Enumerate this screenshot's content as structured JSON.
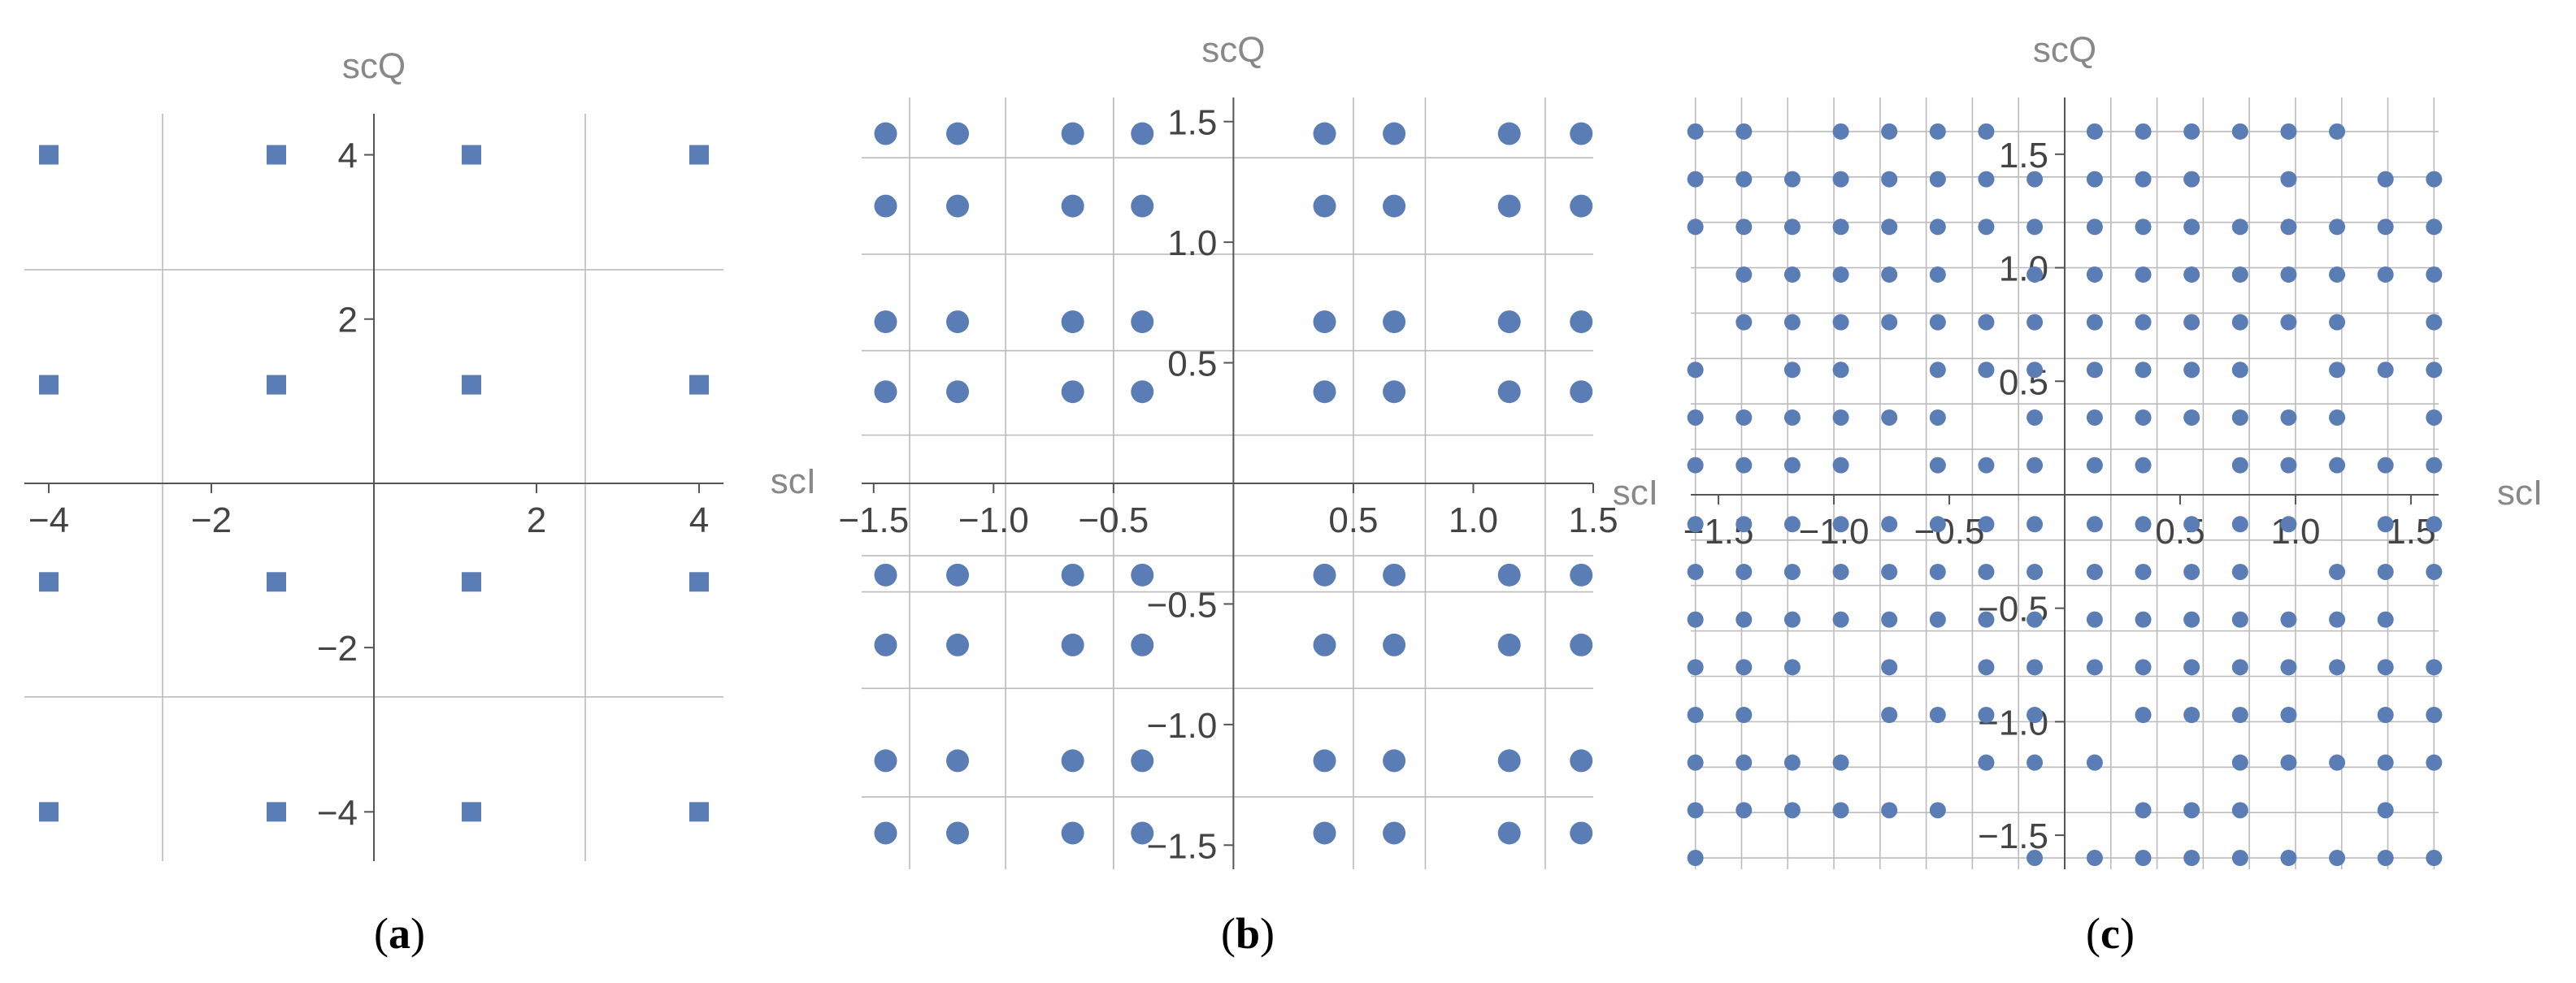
{
  "colors": {
    "marker": "#5B7DB5",
    "axis": "#555555",
    "grid": "#bbbbbb",
    "text": "#444444",
    "label": "#888888"
  },
  "chart_data": [
    {
      "type": "scatter",
      "caption_label": "a",
      "xlabel": "scI",
      "ylabel": "scQ",
      "xlim": [
        -4.3,
        4.3
      ],
      "ylim": [
        -4.6,
        4.5
      ],
      "marker": "square",
      "x_ticks": [
        -4,
        -2,
        2,
        4
      ],
      "x_tick_labels": [
        "−4",
        "−2",
        "2",
        "4"
      ],
      "y_ticks": [
        -4,
        -2,
        2,
        4
      ],
      "y_tick_labels": [
        "−4",
        "−2",
        "2",
        "4"
      ],
      "grid_x": [
        -2.6,
        2.6
      ],
      "grid_y": [
        -2.6,
        2.6
      ],
      "points_grid": {
        "levels": [
          -4.0,
          -1.2,
          1.2,
          4.0
        ]
      }
    },
    {
      "type": "scatter",
      "caption_label": "b",
      "xlabel": "scI",
      "ylabel": "scQ",
      "xlim": [
        -1.55,
        1.5
      ],
      "ylim": [
        -1.6,
        1.6
      ],
      "marker": "circle",
      "x_ticks": [
        -1.5,
        -1.0,
        -0.5,
        0.5,
        1.0,
        1.5
      ],
      "x_tick_labels": [
        "−1.5",
        "−1.0",
        "−0.5",
        "0.5",
        "1.0",
        "1.5"
      ],
      "y_ticks": [
        -1.5,
        -1.0,
        -0.5,
        0.5,
        1.0,
        1.5
      ],
      "y_tick_labels": [
        "−1.5",
        "−1.0",
        "−0.5",
        "0.5",
        "1.0",
        "1.5"
      ],
      "grid_x": [
        -1.35,
        -0.95,
        -0.5,
        -0.5,
        0.5,
        0.8,
        1.3
      ],
      "grid_y": [
        -1.3,
        -0.85,
        -0.45,
        -0.3,
        0.2,
        0.55,
        0.95,
        1.35
      ],
      "points_grid": {
        "levels": [
          -1.45,
          -1.15,
          -0.67,
          -0.38,
          0.38,
          0.67,
          1.15,
          1.45
        ]
      }
    },
    {
      "type": "scatter",
      "caption_label": "c",
      "xlabel": "scI",
      "ylabel": "scQ",
      "xlim": [
        -1.62,
        1.62
      ],
      "ylim": [
        -1.65,
        1.75
      ],
      "marker": "circle",
      "x_ticks": [
        -1.5,
        -1.0,
        -0.5,
        0.5,
        1.0,
        1.5
      ],
      "x_tick_labels": [
        "−1.5",
        "−1.0",
        "−0.5",
        "0.5",
        "1.0",
        "1.5"
      ],
      "y_ticks": [
        -1.5,
        -1.0,
        -0.5,
        0.5,
        1.0,
        1.5
      ],
      "y_tick_labels": [
        "−1.5",
        "−1.0",
        "−0.5",
        "0.5",
        "1.0",
        "1.5"
      ],
      "grid_x": [
        -1.6,
        -1.4,
        -1.2,
        -1.0,
        -0.8,
        -0.6,
        -0.4,
        -0.2,
        0.2,
        0.4,
        0.6,
        0.8,
        1.0,
        1.2,
        1.4,
        1.6
      ],
      "grid_y": [
        -1.6,
        -1.4,
        -1.2,
        -1.0,
        -0.8,
        -0.6,
        -0.4,
        -0.2,
        0.2,
        0.4,
        0.6,
        0.8,
        1.0,
        1.2,
        1.4,
        1.6
      ],
      "points_grid": {
        "levels": [
          -1.6,
          -1.39,
          -1.18,
          -0.97,
          -0.76,
          -0.55,
          -0.34,
          -0.13,
          0.13,
          0.34,
          0.55,
          0.76,
          0.97,
          1.18,
          1.39,
          1.6
        ]
      },
      "missing_points": [
        [
          -1.39,
          -1.6
        ],
        [
          -1.18,
          -1.6
        ],
        [
          -0.97,
          -1.6
        ],
        [
          -0.76,
          -1.6
        ],
        [
          -0.55,
          -1.6
        ],
        [
          -0.34,
          -1.6
        ],
        [
          -0.34,
          -1.39
        ],
        [
          0.13,
          -1.39
        ],
        [
          -0.13,
          -1.39
        ],
        [
          0.97,
          -1.39
        ],
        [
          1.18,
          -1.39
        ],
        [
          1.6,
          -1.39
        ],
        [
          -0.76,
          -1.18
        ],
        [
          -0.55,
          -1.18
        ],
        [
          0.34,
          -1.18
        ],
        [
          0.55,
          -1.18
        ],
        [
          -1.18,
          -0.97
        ],
        [
          -0.97,
          -0.97
        ],
        [
          0.13,
          -0.97
        ],
        [
          1.18,
          -0.97
        ],
        [
          -0.97,
          -0.76
        ],
        [
          -0.55,
          -0.76
        ],
        [
          -1.6,
          0.97
        ],
        [
          -0.34,
          0.97
        ],
        [
          0.76,
          1.39
        ],
        [
          1.18,
          1.39
        ],
        [
          -1.18,
          1.6
        ],
        [
          -0.13,
          1.6
        ],
        [
          1.39,
          1.6
        ],
        [
          1.6,
          1.6
        ],
        [
          -0.76,
          0.13
        ],
        [
          0.55,
          0.13
        ],
        [
          -0.34,
          0.34
        ],
        [
          1.39,
          0.34
        ],
        [
          1.18,
          -0.13
        ],
        [
          0.97,
          -0.34
        ],
        [
          -1.39,
          0.55
        ],
        [
          -0.76,
          0.55
        ],
        [
          0.97,
          0.55
        ],
        [
          -1.6,
          0.76
        ],
        [
          1.39,
          0.76
        ],
        [
          1.6,
          -0.55
        ]
      ]
    }
  ]
}
